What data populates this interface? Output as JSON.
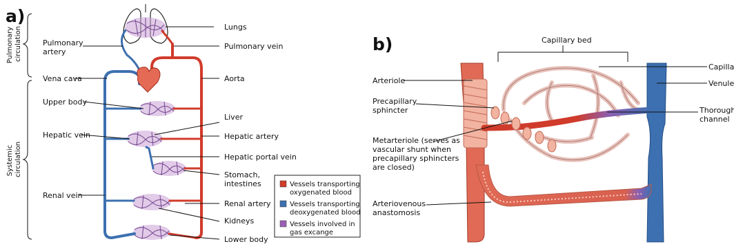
{
  "panel_a": {
    "letter": "a)",
    "side_labels": {
      "pulmonary": [
        "Pulmonary",
        "circulation"
      ],
      "systemic": [
        "Systemic",
        "circulation"
      ]
    },
    "labels": {
      "lungs": "Lungs",
      "pulmonary_artery": [
        "Pulmonary",
        "artery"
      ],
      "pulmonary_vein": "Pulmonary vein",
      "vena_cava": "Vena cava",
      "aorta": "Aorta",
      "upper_body": "Upper body",
      "liver": "Liver",
      "hepatic_vein": "Hepatic vein",
      "hepatic_artery": "Hepatic artery",
      "hepatic_portal_vein": "Hepatic portal vein",
      "stomach": [
        "Stomach,",
        "intestines"
      ],
      "renal_vein": "Renal vein",
      "renal_artery": "Renal artery",
      "kidneys": "Kidneys",
      "lower_body": "Lower body"
    },
    "legend": [
      {
        "lines": [
          "Vessels transporting",
          "oxygenated blood"
        ],
        "color": "#d03b2b"
      },
      {
        "lines": [
          "Vessels transporting",
          "deoxygenated blood"
        ],
        "color": "#3d70b0"
      },
      {
        "lines": [
          "Vessels involved in",
          "gas excange"
        ],
        "color": "#9b5fb4"
      }
    ]
  },
  "panel_b": {
    "letter": "b)",
    "labels": {
      "capillary_bed": "Capillary bed",
      "capillary": "Capillary",
      "arteriole": "Arteriole",
      "venule": "Venule",
      "precapillary_sphincter": [
        "Precapillary",
        "sphincter"
      ],
      "thoroughfare_channel": [
        "Thoroughfare",
        "channel"
      ],
      "metarteriole": [
        "Metarteriole (serves as",
        "vascular shunt when",
        "precapillary sphincters",
        "are closed)"
      ],
      "arteriovenous_anastomosis": [
        "Arteriovenous",
        "anastomosis"
      ]
    }
  }
}
